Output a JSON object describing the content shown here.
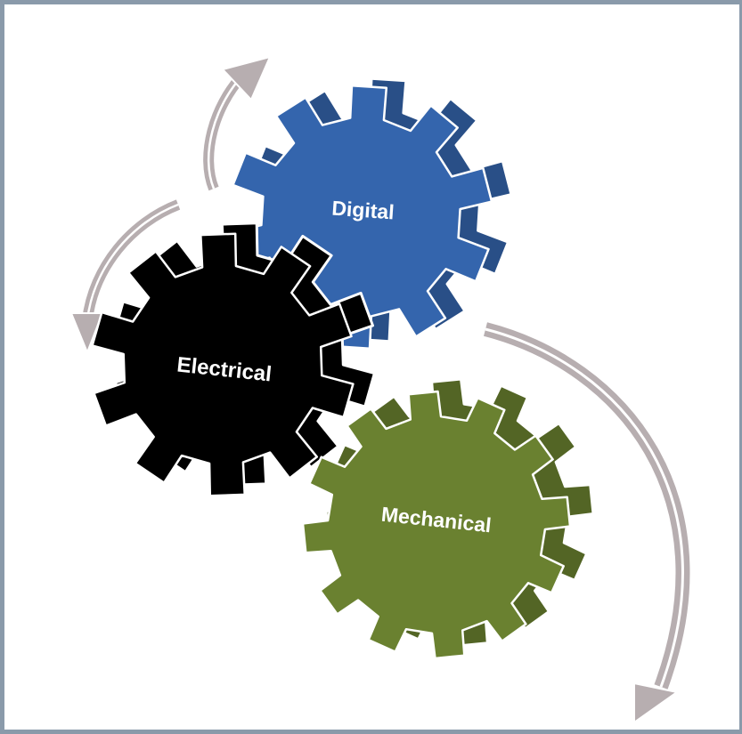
{
  "colors": {
    "frame_border": "#8a9aaa",
    "digital_gear": "#3465ad",
    "electrical_gear": "#000000",
    "mechanical_gear": "#6a8130",
    "arrow": "#b7aeb0",
    "label": "#ffffff"
  },
  "gears": {
    "digital": {
      "label": "Digital"
    },
    "electrical": {
      "label": "Electrical"
    },
    "mechanical": {
      "label": "Mechanical"
    }
  }
}
